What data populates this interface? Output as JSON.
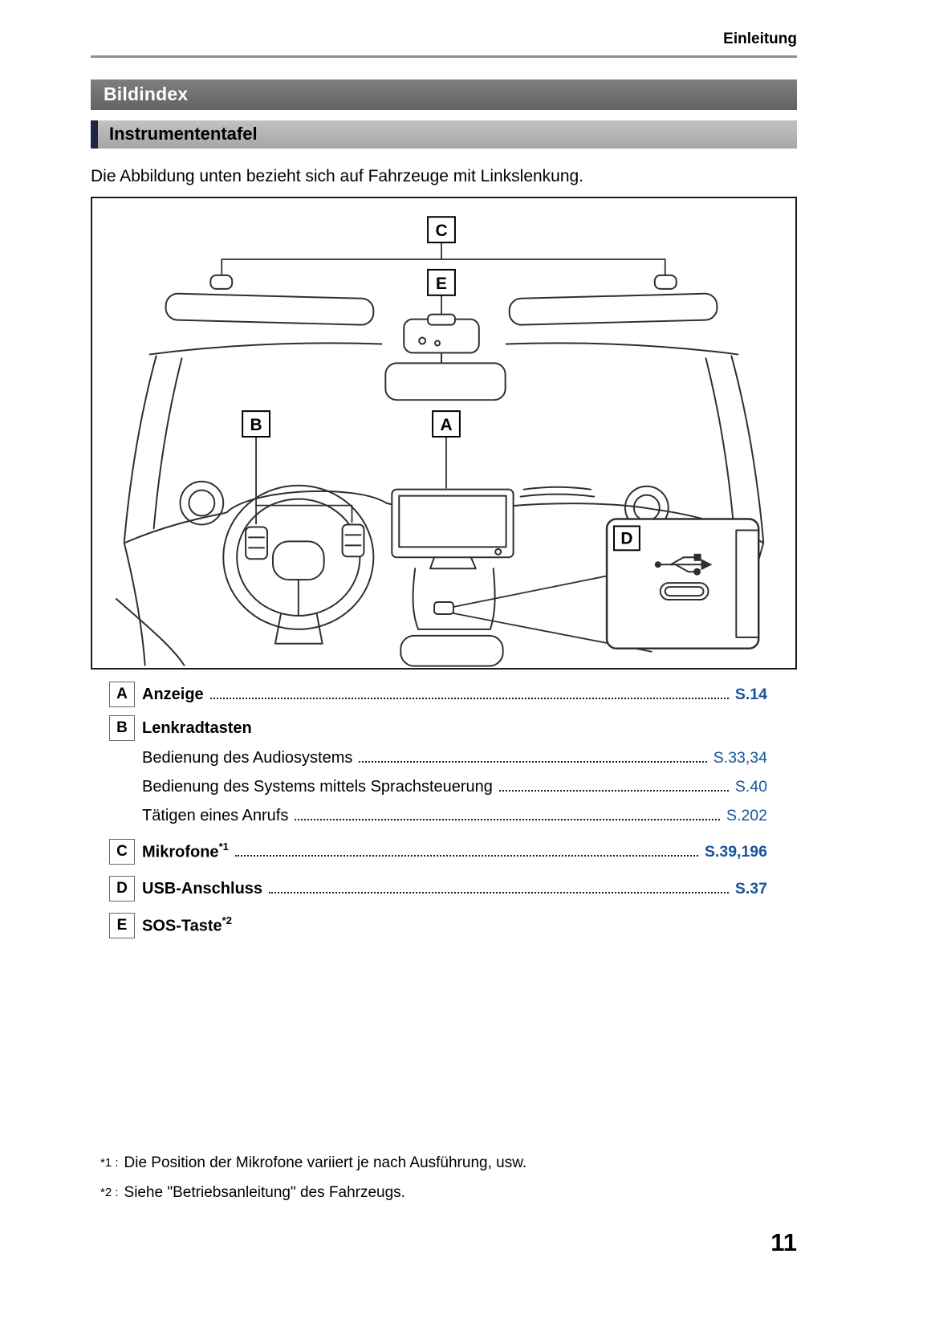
{
  "page": {
    "header": "Einleitung",
    "number": "11"
  },
  "banners": {
    "primary": "Bildindex",
    "secondary": "Instrumententafel"
  },
  "intro": "Die Abbildung unten bezieht sich auf Fahrzeuge mit Linkslenkung.",
  "figure": {
    "labels": {
      "a": "A",
      "b": "B",
      "c": "C",
      "d": "D",
      "e": "E"
    }
  },
  "index": {
    "entries": [
      {
        "letter": "A",
        "label": "Anzeige",
        "page": "S.14"
      },
      {
        "letter": "B",
        "label": "Lenkradtasten",
        "sub": [
          {
            "label": "Bedienung des Audiosystems",
            "page": "S.33,34"
          },
          {
            "label": "Bedienung des Systems mittels Sprachsteuerung",
            "page": "S.40"
          },
          {
            "label": "Tätigen eines Anrufs",
            "page": "S.202"
          }
        ]
      },
      {
        "letter": "C",
        "label": "Mikrofone",
        "sup": "*1",
        "page": "S.39,196"
      },
      {
        "letter": "D",
        "label": "USB-Anschluss",
        "page": "S.37"
      },
      {
        "letter": "E",
        "label": "SOS-Taste",
        "sup": "*2"
      }
    ]
  },
  "footnotes": [
    {
      "marker": "*1 :",
      "text": "Die Position der Mikrofone variiert je nach Ausführung, usw."
    },
    {
      "marker": "*2 :",
      "text": "Siehe \"Betriebsanleitung\" des Fahrzeugs."
    }
  ],
  "colors": {
    "link_blue": "#17549c",
    "banner_dark_gray": "#6f6f6f",
    "banner_light_gray": "#b5b5b5",
    "accent_navy": "#1b2644"
  }
}
